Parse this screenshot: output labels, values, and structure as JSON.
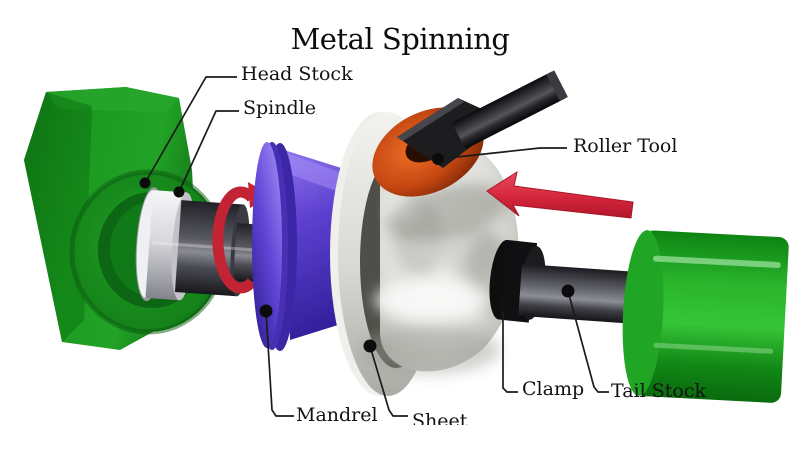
{
  "title": "Metal Spinning",
  "labels": {
    "head_stock": "Head Stock",
    "spindle": "Spindle",
    "roller_tool": "Roller Tool",
    "mandrel": "Mandrel",
    "sheet": "Sheet",
    "clamp": "Clamp",
    "tail_stock": "Tail Stock"
  },
  "colors": {
    "background": "#ffffff",
    "headstock_green": "#1e9822",
    "tailstock_green": "#23ad27",
    "mandrel_purple": "#5a3ccc",
    "roller_orange": "#d4531c",
    "tool_handle_black": "#1d1d1f",
    "feed_arrow_red": "#d8293e",
    "rotation_arrow_red": "#c22434",
    "sheet_gray": "#d6d6d2",
    "shaft_gray": "#4a4a52",
    "label_text": "#121212",
    "leader_line": "#1b1b1b"
  }
}
